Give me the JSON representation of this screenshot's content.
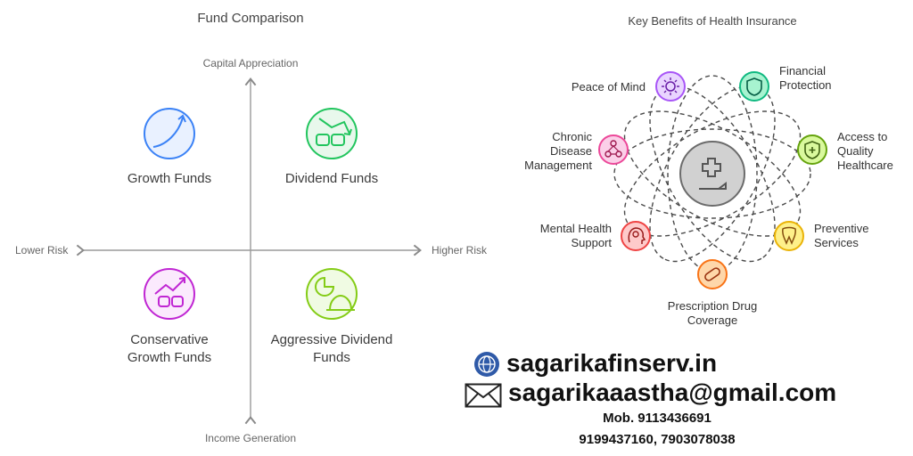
{
  "fund_comparison": {
    "title": "Fund Comparison",
    "axes": {
      "top": "Capital Appreciation",
      "bottom": "Income Generation",
      "left": "Lower Risk",
      "right": "Higher Risk"
    },
    "quadrants": [
      {
        "label": "Growth Funds",
        "icon": "growth-curve-icon",
        "color": "#3b82f6"
      },
      {
        "label": "Dividend Funds",
        "icon": "money-arrow-icon",
        "color": "#22c55e"
      },
      {
        "label": "Conservative Growth Funds",
        "icon": "money-trend-icon",
        "color": "#c026d3"
      },
      {
        "label": "Aggressive Dividend Funds",
        "icon": "pie-bell-icon",
        "color": "#84cc16"
      }
    ]
  },
  "health_insurance": {
    "title": "Key Benefits of Health Insurance",
    "center_icon": "medical-kit-icon",
    "benefits": [
      {
        "label": "Peace of Mind",
        "color": "#a855f7",
        "icon": "sun-icon"
      },
      {
        "label": "Financial Protection",
        "color": "#34d399",
        "icon": "shield-icon"
      },
      {
        "label": "Access to Quality Healthcare",
        "color": "#a3e635",
        "icon": "shield-plus-icon"
      },
      {
        "label": "Preventive Services",
        "color": "#facc15",
        "icon": "tooth-search-icon"
      },
      {
        "label": "Prescription Drug Coverage",
        "color": "#fb923c",
        "icon": "pill-icon"
      },
      {
        "label": "Mental Health Support",
        "color": "#f87171",
        "icon": "head-icon"
      },
      {
        "label": "Chronic Disease Management",
        "color": "#f472b6",
        "icon": "network-icon"
      }
    ]
  },
  "contact": {
    "website": "sagarikafinserv.in",
    "email": "sagarikaaastha@gmail.com",
    "mobile": "Mob. 9113436691",
    "phones": "9199437160, 7903078038",
    "website_icon": "globe-icon",
    "email_icon": "envelope-icon"
  }
}
